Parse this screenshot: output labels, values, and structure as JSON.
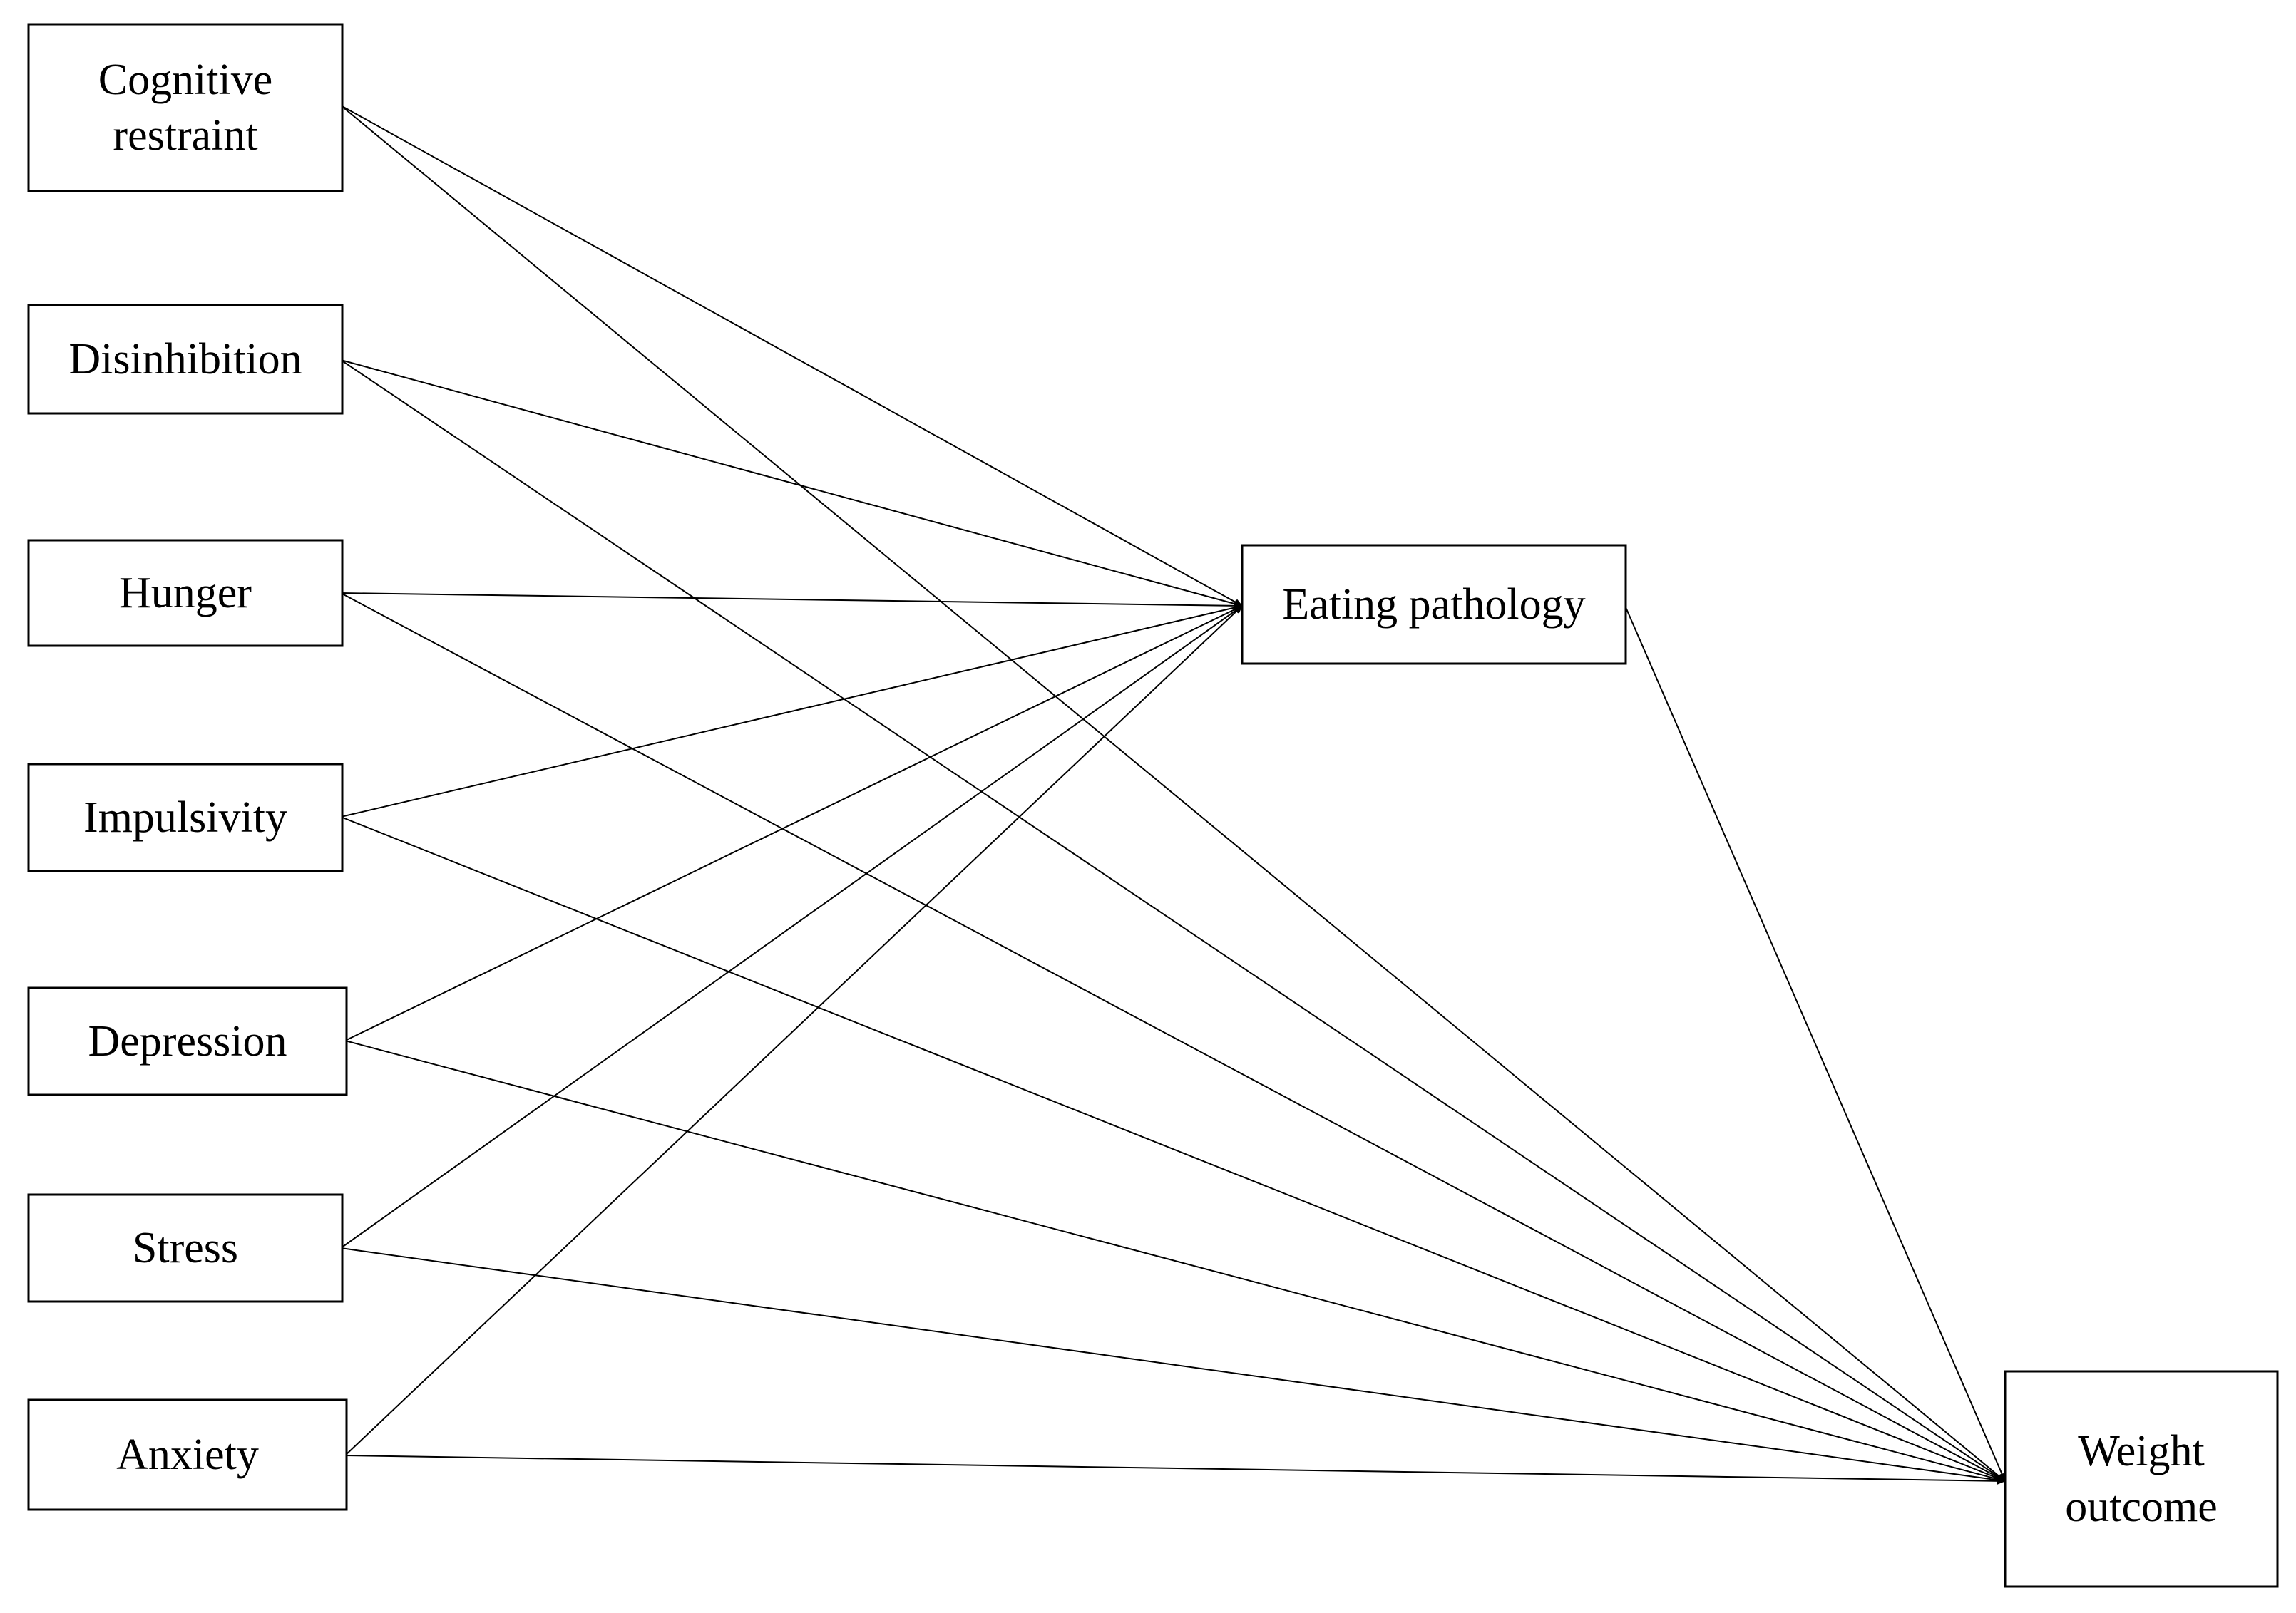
{
  "diagram": {
    "nodes": [
      {
        "id": "cognitive_restraint",
        "lines": [
          "Cognitive",
          "restraint"
        ]
      },
      {
        "id": "disinhibition",
        "lines": [
          "Disinhibition"
        ]
      },
      {
        "id": "hunger",
        "lines": [
          "Hunger"
        ]
      },
      {
        "id": "impulsivity",
        "lines": [
          "Impulsivity"
        ]
      },
      {
        "id": "depression",
        "lines": [
          "Depression"
        ]
      },
      {
        "id": "stress",
        "lines": [
          "Stress"
        ]
      },
      {
        "id": "anxiety",
        "lines": [
          "Anxiety"
        ]
      },
      {
        "id": "eating_pathology",
        "lines": [
          "Eating pathology"
        ]
      },
      {
        "id": "weight_outcome",
        "lines": [
          "Weight",
          "outcome"
        ]
      }
    ],
    "edges": [
      {
        "from": "cognitive_restraint",
        "to": "eating_pathology"
      },
      {
        "from": "disinhibition",
        "to": "eating_pathology"
      },
      {
        "from": "hunger",
        "to": "eating_pathology"
      },
      {
        "from": "impulsivity",
        "to": "eating_pathology"
      },
      {
        "from": "depression",
        "to": "eating_pathology"
      },
      {
        "from": "stress",
        "to": "eating_pathology"
      },
      {
        "from": "anxiety",
        "to": "eating_pathology"
      },
      {
        "from": "cognitive_restraint",
        "to": "weight_outcome"
      },
      {
        "from": "disinhibition",
        "to": "weight_outcome"
      },
      {
        "from": "hunger",
        "to": "weight_outcome"
      },
      {
        "from": "impulsivity",
        "to": "weight_outcome"
      },
      {
        "from": "depression",
        "to": "weight_outcome"
      },
      {
        "from": "stress",
        "to": "weight_outcome"
      },
      {
        "from": "anxiety",
        "to": "weight_outcome"
      },
      {
        "from": "eating_pathology",
        "to": "weight_outcome"
      }
    ]
  },
  "colors": {
    "stroke": "#000000",
    "background": "#ffffff",
    "text": "#000000"
  }
}
